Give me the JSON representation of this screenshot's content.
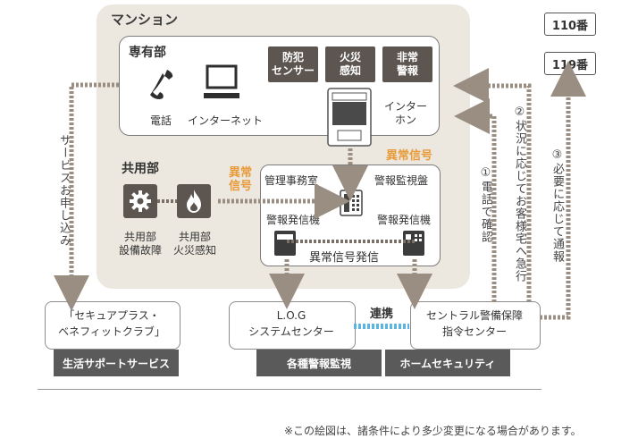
{
  "mansion": {
    "title": "マンション"
  },
  "private_area": {
    "title": "専有部",
    "phone_label": "電話",
    "internet_label": "インターネット",
    "sensors": [
      "防犯\nセンサー",
      "火災\n感知",
      "非常\n警報"
    ],
    "intercom_label": "インター\nホン"
  },
  "common_area": {
    "title": "共用部",
    "items": [
      "共用部\n設備故障",
      "共用部\n火災感知"
    ],
    "signal_label": "異常\n信号"
  },
  "intercom_signal_label": "異常信号",
  "control_room": {
    "admin_office": "管理事務室",
    "alarm_panel": "警報監視盤",
    "transmitter_left": "警報発信機",
    "transmitter_right": "警報発信機",
    "abnormal_signal": "異常信号発信"
  },
  "emergency": {
    "police": "110番",
    "fire": "119番"
  },
  "life_support": {
    "name": "「セキュアプラス・\nベネフィットクラブ」",
    "tag": "生活サポートサービス"
  },
  "log_center": {
    "name": "L.O.G\nシステムセンター",
    "tag": "各種警報監視"
  },
  "central_security": {
    "name": "セントラル警備保障\n指令センター",
    "tag": "ホームセキュリティ"
  },
  "link_label": "連携",
  "arrows": {
    "service_application": "サービスお申し込み",
    "phone_confirm": "①電話で確認",
    "rush_home": "②状況に応じてお客様宅へ急行",
    "report": "③必要に応じて通報"
  },
  "footnote": "※この絵図は、諸条件により多少変更になる場合があります。",
  "colors": {
    "dark": "#5c5550",
    "arrow": "#9a8e82",
    "accent": "#e89b3b",
    "link": "#5cb5e0",
    "zone": "#ece8df"
  }
}
